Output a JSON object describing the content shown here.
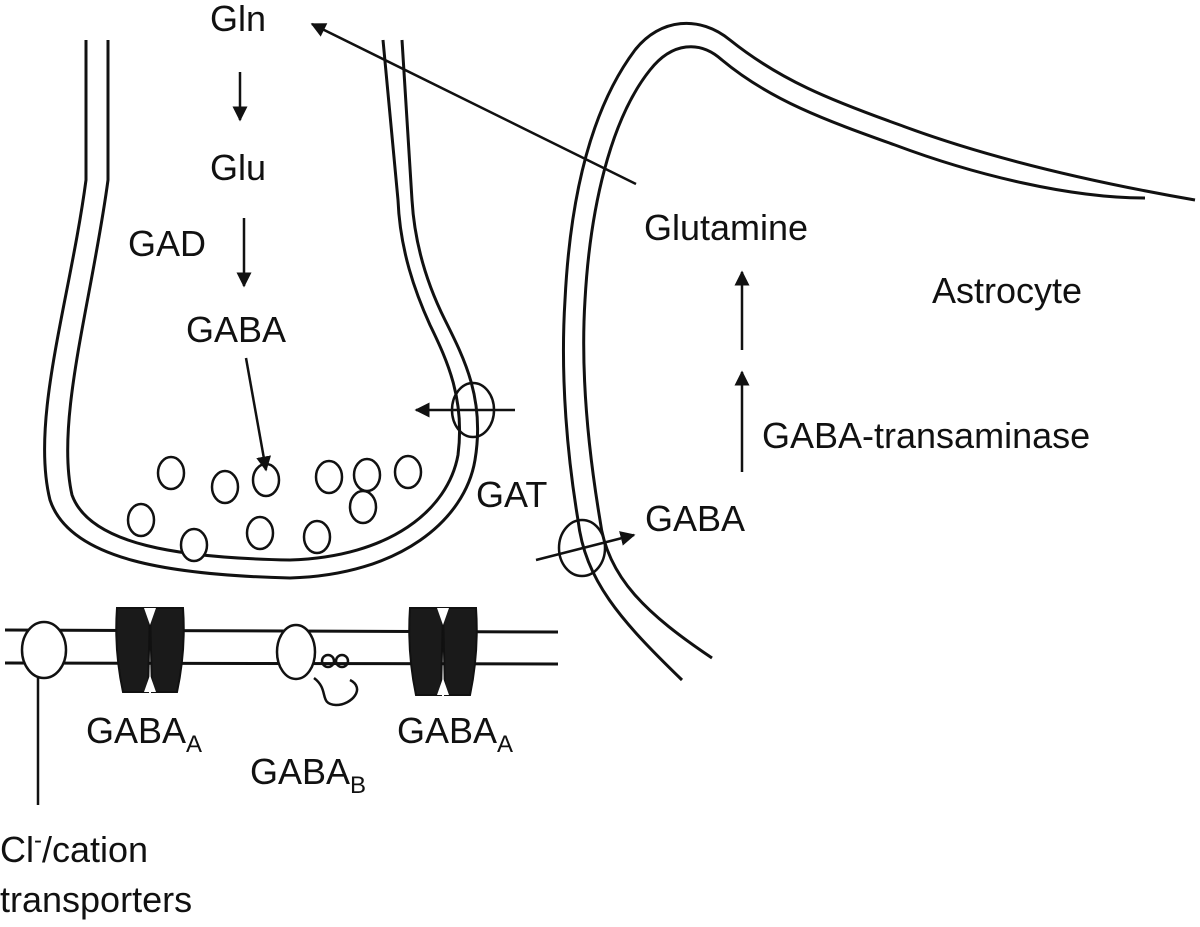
{
  "labels": {
    "gln": "Gln",
    "glu": "Glu",
    "gad": "GAD",
    "gaba_neuron": "GABA",
    "glutamine": "Glutamine",
    "astrocyte": "Astrocyte",
    "gaba_transaminase": "GABA-transaminase",
    "gat": "GAT",
    "gaba_astro": "GABA",
    "gaba_a_left": {
      "main": "GABA",
      "sub": "A"
    },
    "gaba_b": {
      "main": "GABA",
      "sub": "B"
    },
    "gaba_a_right": {
      "main": "GABA",
      "sub": "A"
    },
    "cl_transporters": {
      "line1_main": "Cl",
      "line1_sup": "-",
      "line1_rest": "/cation",
      "line2": "transporters"
    }
  },
  "colors": {
    "ink": "#111111",
    "channel": "#1a1a1a",
    "background": "#ffffff"
  }
}
